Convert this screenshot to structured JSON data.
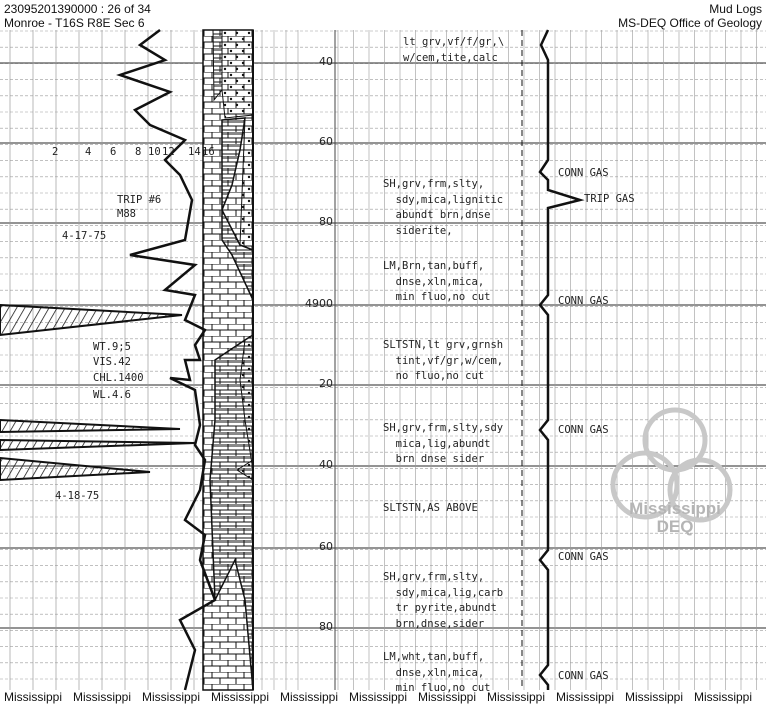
{
  "header": {
    "doc_id": "23095201390000 : 26 of 34",
    "location": "Monroe - T16S R8E Sec 6",
    "doc_type": "Mud Logs",
    "office": "MS-DEQ Office of Geology"
  },
  "scale_labels": [
    "2",
    "4",
    "6",
    "8",
    "10",
    "12",
    "14",
    "16"
  ],
  "left_notes": {
    "trip": "TRIP #6",
    "trip_sub": "M88",
    "date1": "4-17-75",
    "wt": "WT.9;5",
    "vis": "VIS.42",
    "chl": "CHL.1400",
    "wl": "WL.4.6",
    "date2": "4-18-75"
  },
  "depth_labels": [
    "40",
    "60",
    "80",
    "4900",
    "20",
    "40",
    "60",
    "80"
  ],
  "descriptions": [
    [
      "lt grv,vf/f/gr,\\",
      "w/cem,tite,calc"
    ],
    [
      "SH,grv,frm,slty,",
      "  sdy,mica,lignitic",
      "  abundt brn,dnse",
      "  siderite,"
    ],
    [
      "LM,Brn,tan,buff,",
      "  dnse,xln,mica,",
      "  min fluo,no cut"
    ],
    [
      "SLTSTN,lt grv,grnsh",
      "  tint,vf/gr,w/cem,",
      "  no fluo,no cut"
    ],
    [
      "SH,grv,frm,slty,sdy",
      "  mica,lig,abundt",
      "  brn dnse sider"
    ],
    [
      "SLTSTN,AS ABOVE"
    ],
    [
      "SH,grv,frm,slty,",
      "  sdy,mica,lig,carb",
      "  tr pyrite,abundt",
      "  brn,dnse,sider"
    ],
    [
      "LM,wht,tan,buff,",
      "  dnse,xln,mica,",
      "  min fluo,no cut"
    ]
  ],
  "gas_notes": [
    "CONN GAS",
    "TRIP GAS",
    "CONN GAS",
    "CONN GAS",
    "CONN GAS",
    "CONN GAS"
  ],
  "watermark": {
    "line1": "Mississippi",
    "line2": "DEQ"
  },
  "footer": {
    "repeat_text": "Mississippi",
    "count": 11
  },
  "colors": {
    "ink": "#111111",
    "grid": "#9a9a9a",
    "watermark": "#b5b5b5"
  }
}
